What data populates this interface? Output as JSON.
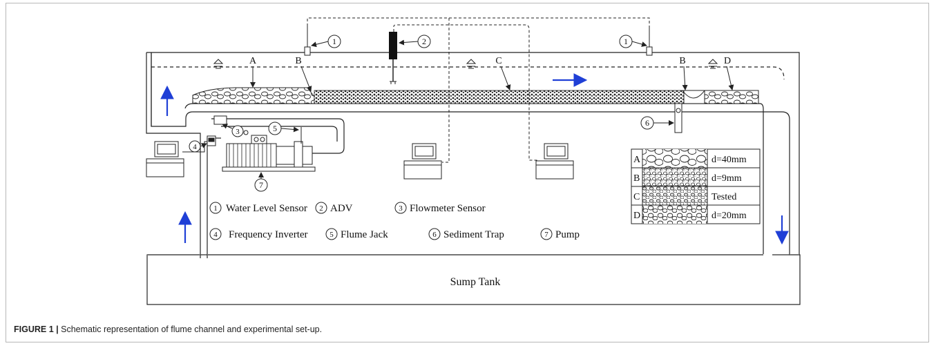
{
  "caption": {
    "label": "FIGURE 1 |",
    "text": "Schematic representation of flume channel and experimental set-up."
  },
  "markers": {
    "n1": "1",
    "n2": "2",
    "n3": "3",
    "n4": "4",
    "n5": "5",
    "n6": "6",
    "n7": "7"
  },
  "section_labels": {
    "A": "A",
    "B": "B",
    "C": "C",
    "D": "D"
  },
  "legend": [
    {
      "num": "1",
      "label": "Water Level Sensor"
    },
    {
      "num": "2",
      "label": "ADV"
    },
    {
      "num": "3",
      "label": "Flowmeter Sensor"
    },
    {
      "num": "4",
      "label": "Frequency Inverter"
    },
    {
      "num": "5",
      "label": "Flume Jack"
    },
    {
      "num": "6",
      "label": "Sediment Trap"
    },
    {
      "num": "7",
      "label": "Pump"
    }
  ],
  "materials": [
    {
      "id": "A",
      "desc": "d=40mm"
    },
    {
      "id": "B",
      "desc": "d=9mm"
    },
    {
      "id": "C",
      "desc": "Tested"
    },
    {
      "id": "D",
      "desc": "d=20mm"
    }
  ],
  "sump_label": "Sump Tank",
  "colors": {
    "flow_arrow": "#1f3fd6",
    "line": "#222222"
  }
}
